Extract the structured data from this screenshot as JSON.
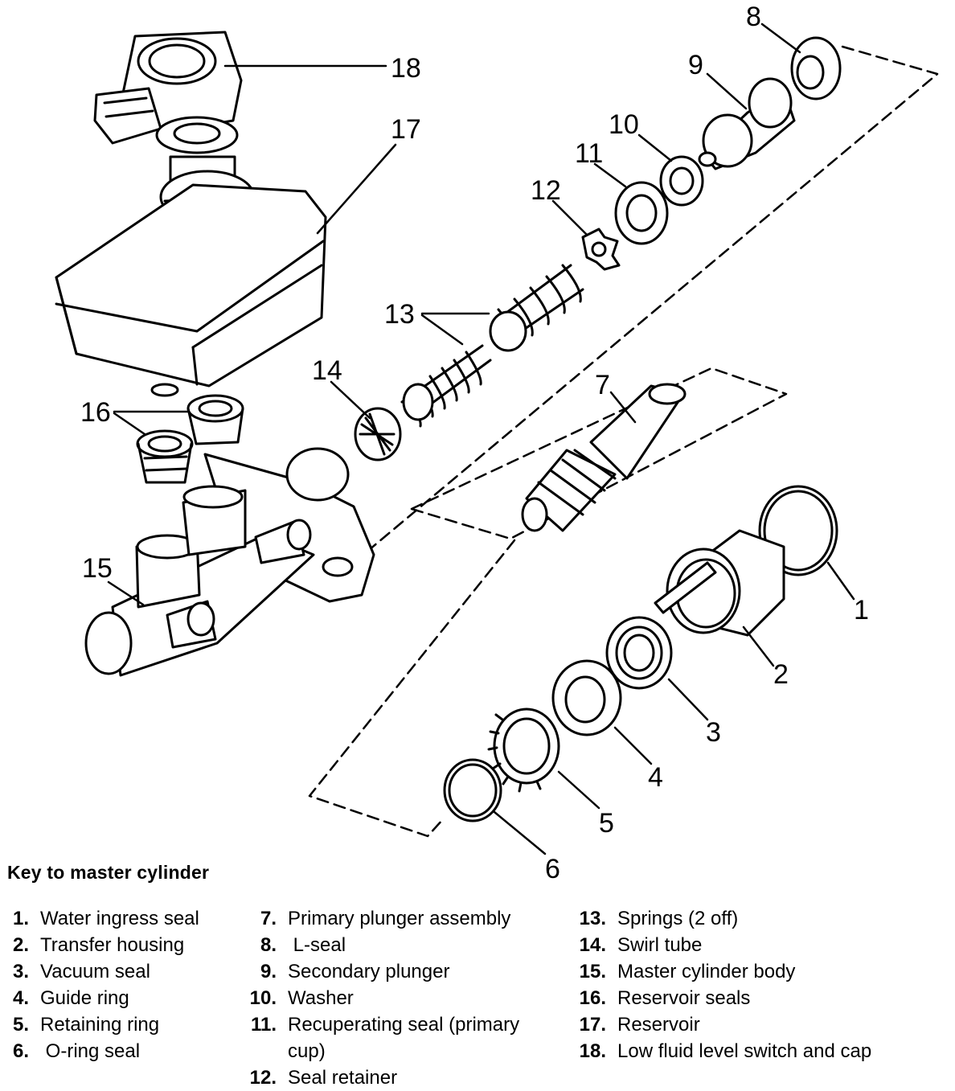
{
  "diagram": {
    "callouts": [
      "1",
      "2",
      "3",
      "4",
      "5",
      "6",
      "7",
      "8",
      "9",
      "10",
      "11",
      "12",
      "13",
      "14",
      "15",
      "16",
      "17",
      "18"
    ]
  },
  "key": {
    "title": "Key to master cylinder",
    "columns": [
      [
        {
          "num": "1.",
          "label": "Water ingress seal"
        },
        {
          "num": "2.",
          "label": "Transfer housing"
        },
        {
          "num": "3.",
          "label": "Vacuum seal"
        },
        {
          "num": "4.",
          "label": "Guide ring"
        },
        {
          "num": "5.",
          "label": "Retaining ring"
        },
        {
          "num": "6.",
          "label": " O-ring seal"
        }
      ],
      [
        {
          "num": "7.",
          "label": "Primary plunger assembly"
        },
        {
          "num": "8.",
          "label": " L-seal"
        },
        {
          "num": "9.",
          "label": "Secondary plunger"
        },
        {
          "num": "10.",
          "label": "Washer"
        },
        {
          "num": "11.",
          "label": "Recuperating seal (primary cup)"
        },
        {
          "num": "12.",
          "label": "Seal retainer"
        }
      ],
      [
        {
          "num": "13.",
          "label": "Springs (2 off)"
        },
        {
          "num": "14.",
          "label": "Swirl tube"
        },
        {
          "num": "15.",
          "label": "Master cylinder body"
        },
        {
          "num": "16.",
          "label": "Reservoir seals"
        },
        {
          "num": "17.",
          "label": "Reservoir"
        },
        {
          "num": "18.",
          "label": "Low fluid level switch and cap"
        }
      ]
    ]
  }
}
